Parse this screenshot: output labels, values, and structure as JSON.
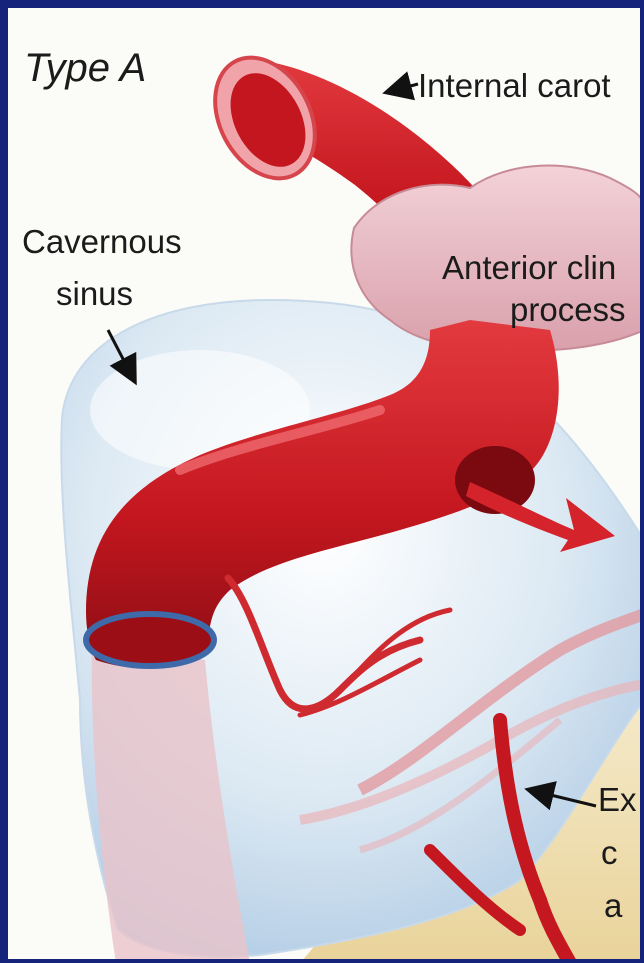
{
  "figure": {
    "title": "Type A",
    "labels": {
      "internal_carotid": "Internal carot",
      "cavernous_sinus_line1": "Cavernous",
      "cavernous_sinus_line2": "sinus",
      "anterior_clinoid_line1": "Anterior clin",
      "anterior_clinoid_line2": "process",
      "external_line1": "Ex",
      "external_line2": "c",
      "external_line3": "a"
    }
  },
  "colors": {
    "border": "#16237a",
    "background": "#fbfbf8",
    "artery": "#c8202a",
    "artery_dark": "#8e1016",
    "sinus": "#d7e6f1",
    "sinus_edge": "#4b79b8",
    "clinoid": "#e7b7c0",
    "bone": "#f1e3b6"
  }
}
